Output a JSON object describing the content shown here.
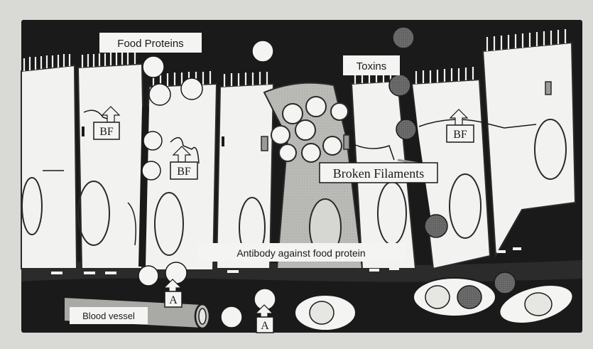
{
  "labels": {
    "food_proteins": "Food Proteins",
    "toxins": "Toxins",
    "broken_filaments": "Broken Filaments",
    "antibody": "Antibody against food protein",
    "blood_vessel": "Blood vessel",
    "bf": "BF",
    "a": "A"
  },
  "colors": {
    "page": "#d9d9d6",
    "background": "#1a1a1a",
    "cell_fill": "#f2f2f0",
    "cell_outline": "#2a2a2a",
    "damaged_cell": "#bdbdb9",
    "toxin": "#6e6e6e",
    "food_protein": "#f4f4f2"
  }
}
